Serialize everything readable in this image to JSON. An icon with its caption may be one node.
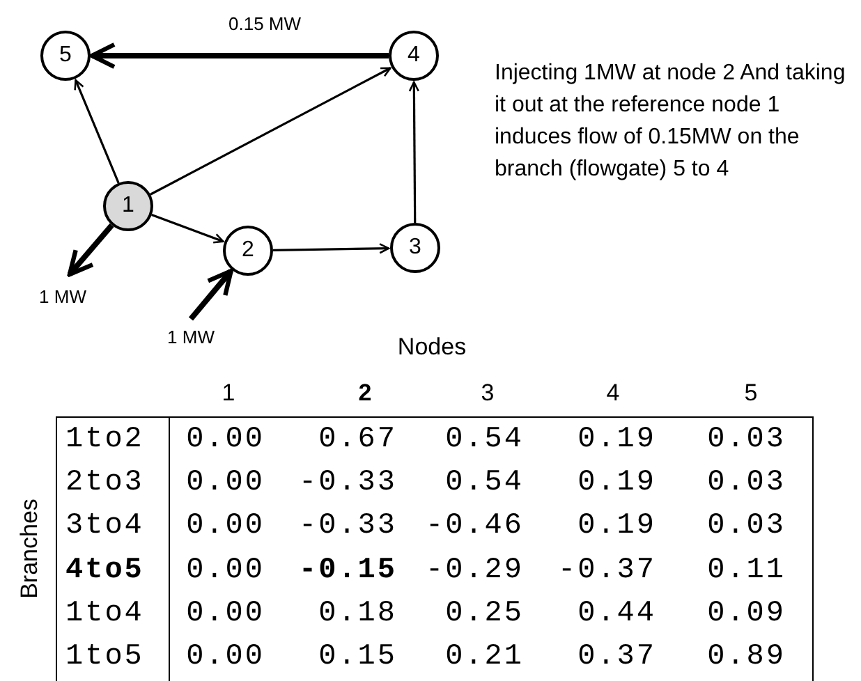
{
  "diagram": {
    "nodes": [
      {
        "text": [
          "5"
        ]
      },
      {
        "text": [
          "4"
        ]
      },
      {
        "text": [
          "1"
        ]
      },
      {
        "text": [
          "2"
        ]
      },
      {
        "text": [
          "3"
        ]
      }
    ],
    "edges": [
      {
        "from": 1,
        "to": 0,
        "arrow": "to",
        "label": "0.15 MW",
        "style": "thick"
      },
      {
        "from": 2,
        "to": 0,
        "arrow": "to"
      },
      {
        "from": 2,
        "to": 1,
        "arrow": "to"
      },
      {
        "from": 2,
        "to": 3,
        "arrow": "to"
      },
      {
        "from": 3,
        "to": 4,
        "arrow": "to"
      },
      {
        "from": 4,
        "to": 1,
        "arrow": "to"
      },
      {
        "from": 2,
        "to": null,
        "arrow": "to",
        "label": "1 MW",
        "style": "thick"
      },
      {
        "from": null,
        "to": 3,
        "arrow": "to",
        "label": "1 MW",
        "style": "thick"
      }
    ],
    "labels": [
      "Injecting 1MW at node 2 And taking it out at the reference node 1 induces flow of 0.15MW on the branch  (flowgate) 5 to 4",
      "Nodes",
      "1",
      "2",
      "3",
      "4",
      "5",
      "Branches",
      "1to2",
      "0.00",
      "0.67",
      "0.54",
      "0.19",
      "0.03",
      "2to3",
      "0.00",
      "-0.33",
      "0.54",
      "0.19",
      "0.03",
      "3to4",
      "0.00",
      "-0.33",
      "-0.46",
      "0.19",
      "0.03",
      "4to5",
      "0.00",
      "-0.15",
      "-0.29",
      "-0.37",
      "0.11",
      "1to4",
      "0.00",
      "0.18",
      "0.25",
      "0.44",
      "0.09",
      "1to5",
      "0.00",
      "0.15",
      "0.21",
      "0.37",
      "0.89"
    ]
  }
}
